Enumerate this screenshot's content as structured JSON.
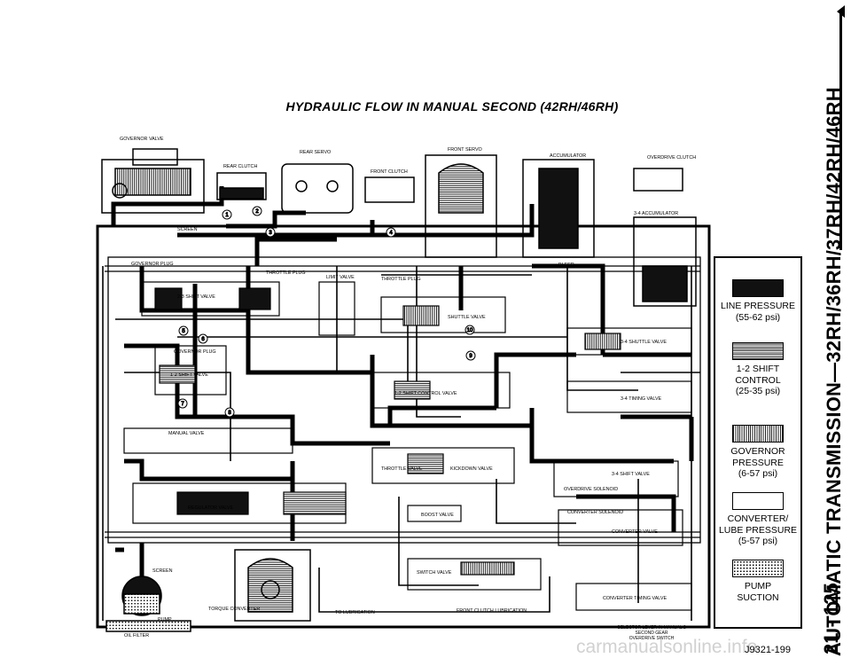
{
  "title": "HYDRAULIC FLOW IN MANUAL SECOND (42RH/46RH)",
  "side_header": "AUTOMATIC TRANSMISSION—32RH/36RH/37RH/42RH/46RH",
  "page_number": "21 - 125",
  "figure_id": "J9321-199",
  "watermark": "carmanualsonline.info",
  "caption": "SELECTOR LEVER IN MANUAL 2\nSECOND GEAR\nOVERDRIVE SWITCH",
  "legend": [
    {
      "label": "LINE PRESSURE\n(55-62 psi)",
      "pattern": "solid",
      "color": "#111111"
    },
    {
      "label": "1-2 SHIFT\nCONTROL\n(25-35 psi)",
      "pattern": "horizontal-stripes",
      "color": "#222222"
    },
    {
      "label": "GOVERNOR\nPRESSURE\n(6-57 psi)",
      "pattern": "vertical-stripes",
      "color": "#222222"
    },
    {
      "label": "CONVERTER/\nLUBE PRESSURE\n(5-57 psi)",
      "pattern": "blank",
      "color": "#ffffff"
    },
    {
      "label": "PUMP\nSUCTION",
      "pattern": "dots",
      "color": "#000000"
    }
  ],
  "labels": {
    "governor_valve": "GOVERNOR VALVE",
    "rear_servo": "REAR SERVO",
    "rear_clutch": "REAR CLUTCH",
    "front_clutch": "FRONT CLUTCH",
    "front_servo": "FRONT SERVO",
    "accumulator": "ACCUMULATOR",
    "overdrive_clutch": "OVERDRIVE CLUTCH",
    "accumulator_34": "3-4 ACCUMULATOR",
    "screen_top": "SCREEN",
    "bleed": "BLEED",
    "governor_plug": "GOVERNOR PLUG",
    "throttle_plug": "THROTTLE PLUG",
    "limit_valve": "LIMIT VALVE",
    "throttle_plug_2": "THROTTLE PLUG",
    "shift_23": "2-3 SHIFT VALVE",
    "shuttle_valve": "SHUTTLE VALVE",
    "shuttle_34": "3-4 SHUTTLE VALVE",
    "governor_plug_2": "GOVERNOR PLUG",
    "shift_12": "1-2 SHIFT VALVE",
    "shift_control_12": "1-2 SHIFT CONTROL VALVE",
    "timing_34": "3-4 TIMING VALVE",
    "manual_valve": "MANUAL VALVE",
    "throttle_valve": "THROTTLE VALVE",
    "kickdown_valve": "KICKDOWN VALVE",
    "shift_34": "3-4 SHIFT VALVE",
    "overdrive_solenoid": "OVERDRIVE SOLENOID",
    "regulator_valve": "REGULATOR VALVE",
    "boost_valve": "BOOST VALVE",
    "converter_solenoid": "CONVERTER SOLENOID",
    "converter_valve": "CONVERTER VALVE",
    "screen_bottom": "SCREEN",
    "switch_valve": "SWITCH VALVE",
    "torque_converter": "TORQUE CONVERTER",
    "to_lubrication": "TO LUBRICATION",
    "front_clutch_lube": "FRONT CLUTCH LUBRICATION",
    "converter_timing": "CONVERTER TIMING VALVE",
    "pump": "PUMP",
    "oil_filter": "OIL FILTER"
  },
  "circle_marks": [
    "1",
    "2",
    "3",
    "4",
    "5",
    "6",
    "7",
    "8",
    "9",
    "10"
  ]
}
